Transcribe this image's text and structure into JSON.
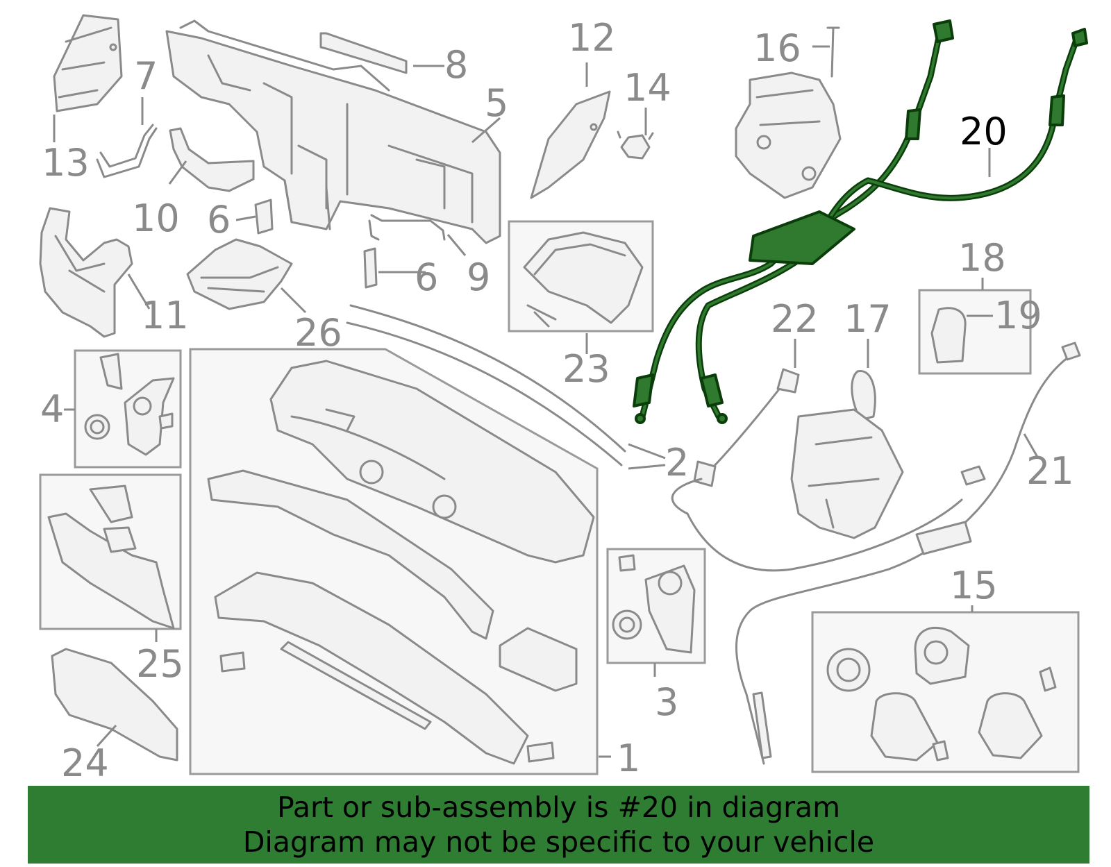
{
  "highlight_color": "#2e7d32",
  "callouts": [
    {
      "id": "1",
      "text": "1"
    },
    {
      "id": "2",
      "text": "2"
    },
    {
      "id": "3",
      "text": "3"
    },
    {
      "id": "4",
      "text": "4"
    },
    {
      "id": "5",
      "text": "5"
    },
    {
      "id": "6a",
      "text": "6"
    },
    {
      "id": "6b",
      "text": "6"
    },
    {
      "id": "7",
      "text": "7"
    },
    {
      "id": "8",
      "text": "8"
    },
    {
      "id": "9",
      "text": "9"
    },
    {
      "id": "10",
      "text": "10"
    },
    {
      "id": "11",
      "text": "11"
    },
    {
      "id": "12",
      "text": "12"
    },
    {
      "id": "13",
      "text": "13"
    },
    {
      "id": "14",
      "text": "14"
    },
    {
      "id": "15",
      "text": "15"
    },
    {
      "id": "16",
      "text": "16"
    },
    {
      "id": "17",
      "text": "17"
    },
    {
      "id": "18",
      "text": "18"
    },
    {
      "id": "19",
      "text": "19"
    },
    {
      "id": "20",
      "text": "20"
    },
    {
      "id": "21",
      "text": "21"
    },
    {
      "id": "22",
      "text": "22"
    },
    {
      "id": "23",
      "text": "23"
    },
    {
      "id": "24",
      "text": "24"
    },
    {
      "id": "25",
      "text": "25"
    },
    {
      "id": "26",
      "text": "26"
    }
  ],
  "banner": {
    "line1": "Part or sub-assembly is #20 in diagram",
    "line2": "Diagram may not be specific to your vehicle"
  }
}
